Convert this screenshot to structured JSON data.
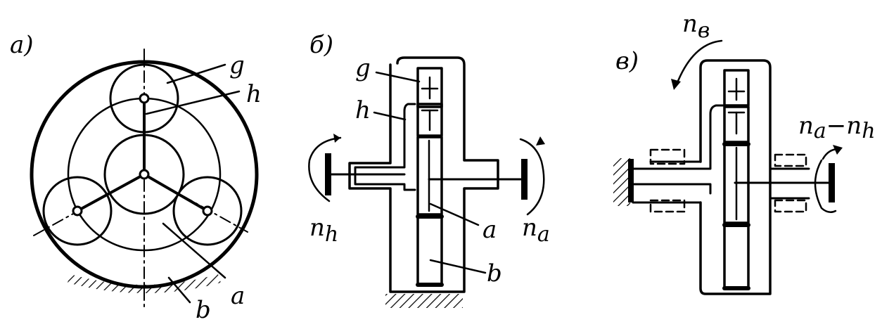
{
  "panels": {
    "a": {
      "title": "а)",
      "labels": {
        "g": "g",
        "h": "h",
        "a": "a",
        "b": "b"
      }
    },
    "b": {
      "title": "б)",
      "labels": {
        "g": "g",
        "h": "h",
        "a": "a",
        "b": "b",
        "nh": "n",
        "nh_sub": "h",
        "na": "n",
        "na_sub": "a"
      }
    },
    "c": {
      "title": "в)",
      "labels": {
        "nb": "n",
        "nb_sub": "в",
        "out": "n",
        "out_sub1": "a",
        "out_dash": "−",
        "out_rest": "n",
        "out_sub2": "h"
      }
    }
  }
}
